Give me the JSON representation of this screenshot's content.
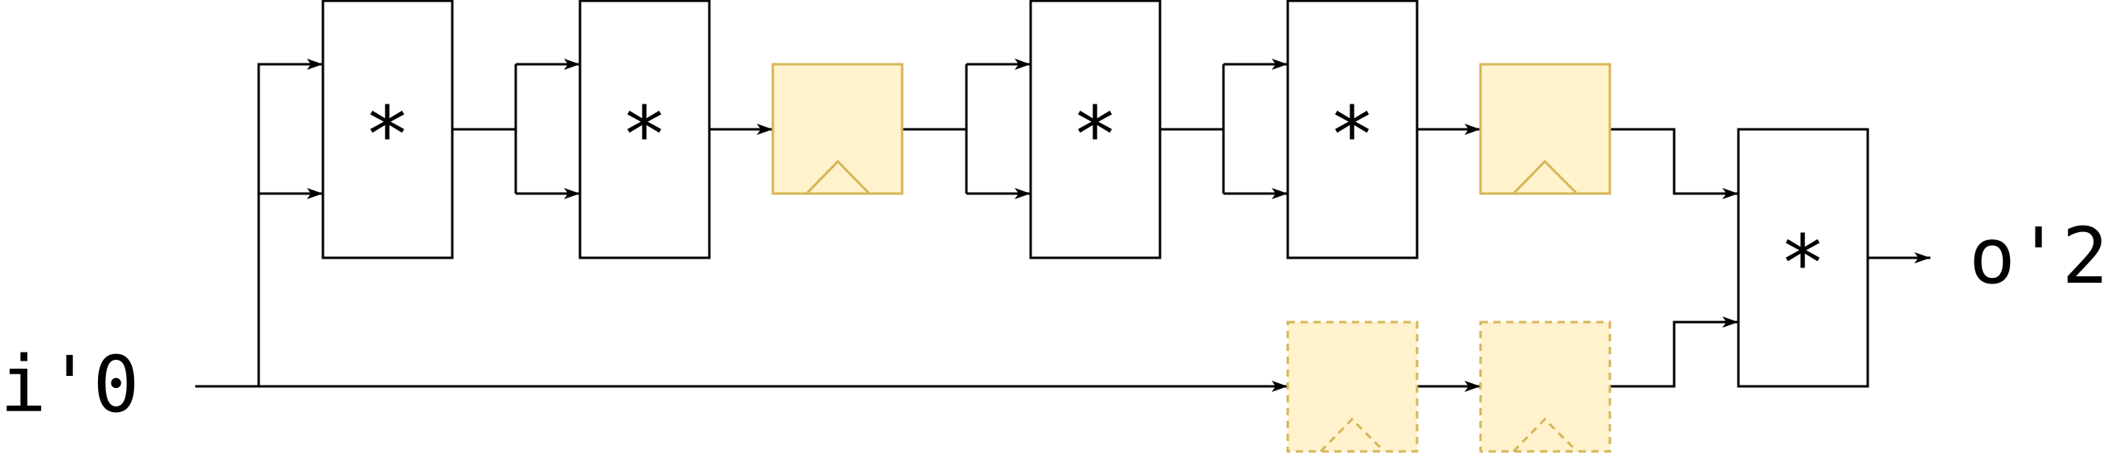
{
  "input_label": "i'0",
  "output_label": "o'2",
  "multipliers": [
    {
      "id": "m1",
      "symbol": "*"
    },
    {
      "id": "m2",
      "symbol": "*"
    },
    {
      "id": "m3",
      "symbol": "*"
    },
    {
      "id": "m4",
      "symbol": "*"
    },
    {
      "id": "m5",
      "symbol": "*"
    }
  ],
  "registers": [
    {
      "id": "r1",
      "style": "solid"
    },
    {
      "id": "r2",
      "style": "solid"
    },
    {
      "id": "r3",
      "style": "dashed"
    },
    {
      "id": "r4",
      "style": "dashed"
    }
  ],
  "colors": {
    "register_fill": "#fff2cc",
    "register_stroke": "#d6b656",
    "wire": "#000000"
  }
}
